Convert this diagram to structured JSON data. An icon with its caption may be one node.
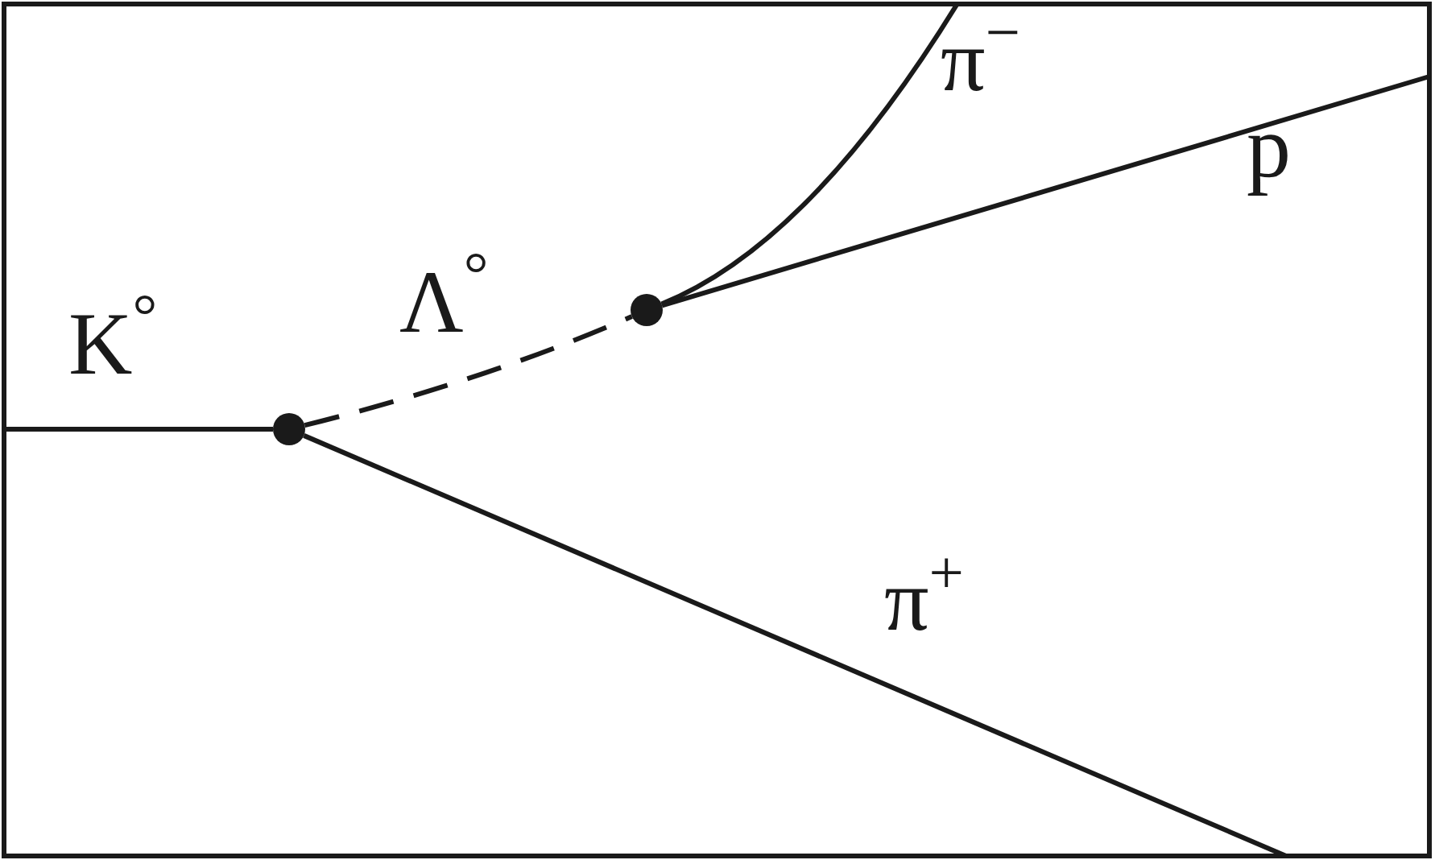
{
  "diagram": {
    "nodes": [
      {
        "text": [],
        "shape": "circle"
      },
      {
        "text": [],
        "shape": "circle"
      }
    ],
    "edges": [
      {
        "from": null,
        "to": 0,
        "arrow": "none",
        "label": "K$^{°}$"
      },
      {
        "from": 0,
        "to": 1,
        "arrow": "none",
        "label": "Λ$^{°}$",
        "style": "dashed"
      },
      {
        "from": 1,
        "to": null,
        "arrow": "none",
        "label": "π$^{−}$"
      },
      {
        "from": 1,
        "to": null,
        "arrow": "none",
        "label": "p"
      },
      {
        "from": 0,
        "to": null,
        "arrow": "none",
        "label": "π$^{+}$"
      }
    ]
  }
}
